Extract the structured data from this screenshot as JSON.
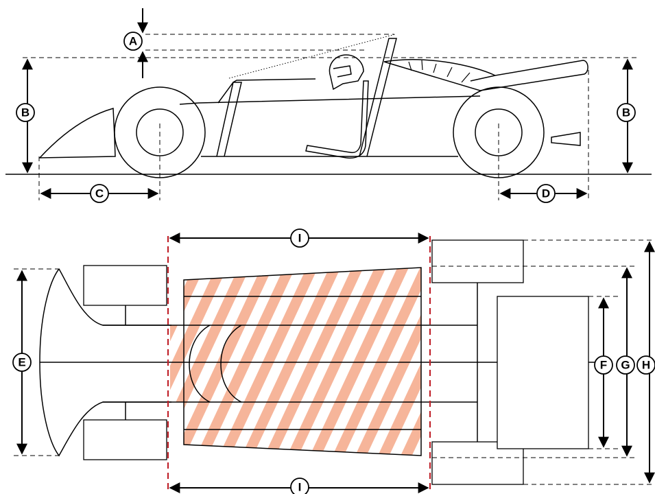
{
  "labels": {
    "a": "A",
    "b_left": "B",
    "b_right": "B",
    "c": "C",
    "d": "D",
    "e": "E",
    "f": "F",
    "g": "G",
    "h": "H",
    "i_top": "I",
    "i_bottom": "I"
  },
  "colors": {
    "hatch_stripe": "#f6b59a",
    "section_boundary": "#c0232b",
    "line": "#000000"
  }
}
